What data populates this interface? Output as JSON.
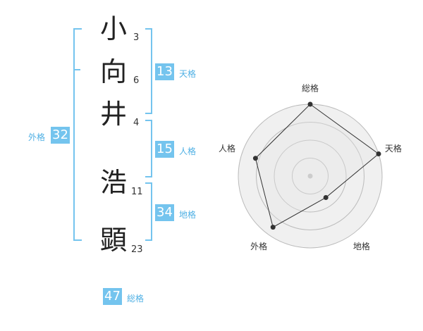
{
  "name": {
    "chars": [
      {
        "char": "小",
        "strokes": "3"
      },
      {
        "char": "向",
        "strokes": "6"
      },
      {
        "char": "井",
        "strokes": "4"
      },
      {
        "char": "浩",
        "strokes": "11"
      },
      {
        "char": "顕",
        "strokes": "23"
      }
    ]
  },
  "fortune": {
    "tenkaku": {
      "value": "13",
      "label": "天格"
    },
    "jinkaku": {
      "value": "15",
      "label": "人格"
    },
    "chikaku": {
      "value": "34",
      "label": "地格"
    },
    "gaikaku": {
      "value": "32",
      "label": "外格"
    },
    "soukaku": {
      "value": "47",
      "label": "総格"
    }
  },
  "radar": {
    "axes": [
      "総格",
      "天格",
      "地格",
      "外格",
      "人格"
    ],
    "values": [
      1.0,
      1.0,
      0.37,
      0.88,
      0.8
    ],
    "rings": 4,
    "colors": {
      "fill": "#f0f0f0",
      "ring": "#bbbbbb",
      "line": "#333333",
      "point": "#333333",
      "center": "#cccccc"
    }
  },
  "colors": {
    "accent": "#74c4ee",
    "label": "#4fb0e4"
  }
}
